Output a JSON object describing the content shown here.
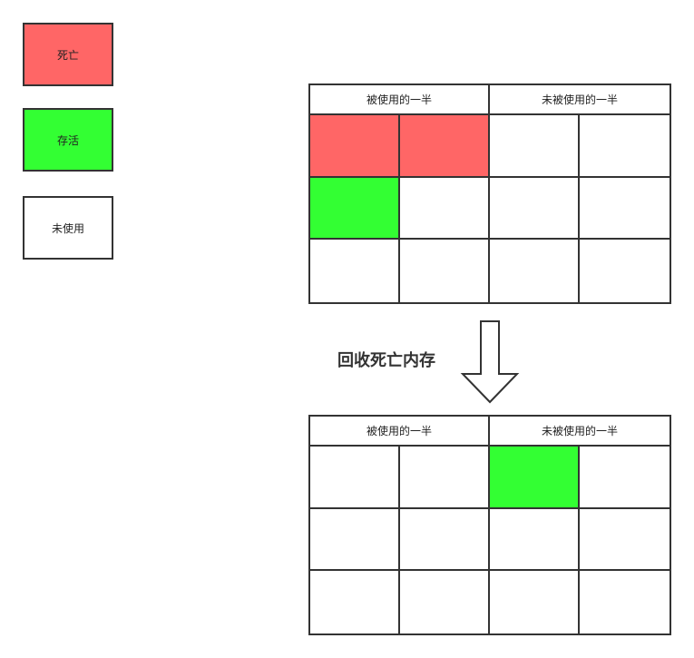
{
  "colors": {
    "dead": "#ff6666",
    "alive": "#33ff33",
    "unused": "#ffffff",
    "border": "#333333"
  },
  "legend": [
    {
      "label": "死亡",
      "state": "dead"
    },
    {
      "label": "存活",
      "state": "alive"
    },
    {
      "label": "未使用",
      "state": "unused"
    }
  ],
  "arrow_caption": "回收死亡内存",
  "before": {
    "headers": [
      "被使用的一半",
      "未被使用的一半"
    ],
    "cells": [
      [
        "dead",
        "dead",
        "unused",
        "unused"
      ],
      [
        "alive",
        "unused",
        "unused",
        "unused"
      ],
      [
        "unused",
        "unused",
        "unused",
        "unused"
      ]
    ]
  },
  "after": {
    "headers": [
      "被使用的一半",
      "未被使用的一半"
    ],
    "cells": [
      [
        "unused",
        "unused",
        "alive",
        "unused"
      ],
      [
        "unused",
        "unused",
        "unused",
        "unused"
      ],
      [
        "unused",
        "unused",
        "unused",
        "unused"
      ]
    ]
  }
}
